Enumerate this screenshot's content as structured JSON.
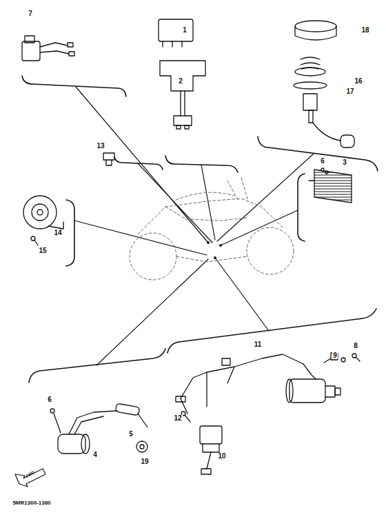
{
  "diagram": {
    "labels": [
      "7",
      "1",
      "18",
      "2",
      "16",
      "17",
      "13",
      "6",
      "3",
      "14",
      "15",
      "11",
      "9",
      "8",
      "6",
      "5",
      "12",
      "4",
      "19",
      "10",
      "FWD",
      "5MR1300-1380"
    ]
  }
}
